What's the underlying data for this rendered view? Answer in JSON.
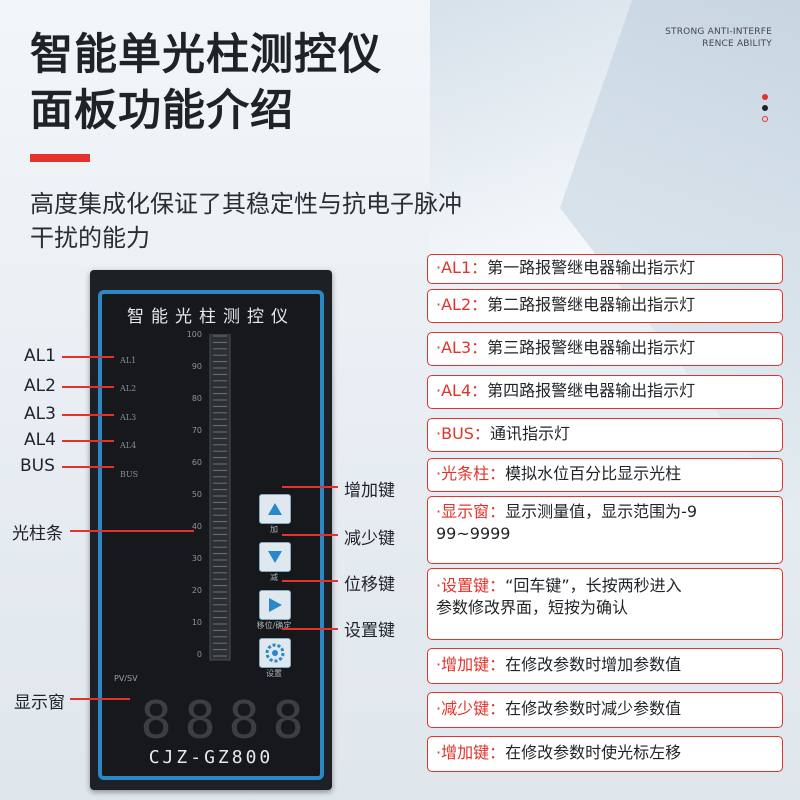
{
  "header": {
    "title_line1": "智能单光柱测控仪",
    "title_line2": "面板功能介绍",
    "subtitle_line1": "高度集成化保证了其稳定性与抗电子脉冲",
    "subtitle_line2": "干扰的能力",
    "tagline_line1": "STRONG ANTI-INTERFE",
    "tagline_line2": "RENCE ABILITY"
  },
  "device": {
    "title": "智能光柱测控仪",
    "model": "CJZ-GZ800",
    "leds": [
      "AL1",
      "AL2",
      "AL3",
      "AL4",
      "BUS"
    ],
    "scale": [
      "100",
      "90",
      "80",
      "70",
      "60",
      "50",
      "40",
      "30",
      "20",
      "10",
      "0"
    ],
    "buttons": {
      "up": "加",
      "down": "减",
      "shift": "移位/确定",
      "set": "设置"
    },
    "pvsv": "PV/SV",
    "display_digits": [
      "8",
      "8",
      "8",
      "8"
    ]
  },
  "left_labels": {
    "al1": "AL1",
    "al2": "AL2",
    "al3": "AL3",
    "al4": "AL4",
    "bus": "BUS",
    "bar": "光柱条",
    "display": "显示窗"
  },
  "right_labels": {
    "up": "增加键",
    "down": "减少键",
    "shift": "位移键",
    "set": "设置键"
  },
  "legend": [
    {
      "key": "·AL1：",
      "text": "第一路报警继电器输出指示灯"
    },
    {
      "key": "·AL2：",
      "text": "第二路报警继电器输出指示灯"
    },
    {
      "key": "·AL3：",
      "text": "第三路报警继电器输出指示灯"
    },
    {
      "key": "·AL4：",
      "text": "第四路报警继电器输出指示灯"
    },
    {
      "key": "·BUS：",
      "text": "通讯指示灯"
    },
    {
      "key": "·光条柱：",
      "text": "模拟水位百分比显示光柱"
    },
    {
      "key": "·显示窗：",
      "text": "显示测量值，显示范围为-9",
      "text2": "99~9999"
    },
    {
      "key": "·设置键：",
      "text": "“回车键”，长按两秒进入",
      "text2": "参数修改界面，短按为确认"
    },
    {
      "key": "·增加键：",
      "text": "在修改参数时增加参数值"
    },
    {
      "key": "·减少键：",
      "text": "在修改参数时减少参数值"
    },
    {
      "key": "·增加键：",
      "text": "在修改参数时使光标左移"
    }
  ],
  "colors": {
    "accent": "#e3322b",
    "bezel": "#2a88c6",
    "text": "#1f2327"
  }
}
